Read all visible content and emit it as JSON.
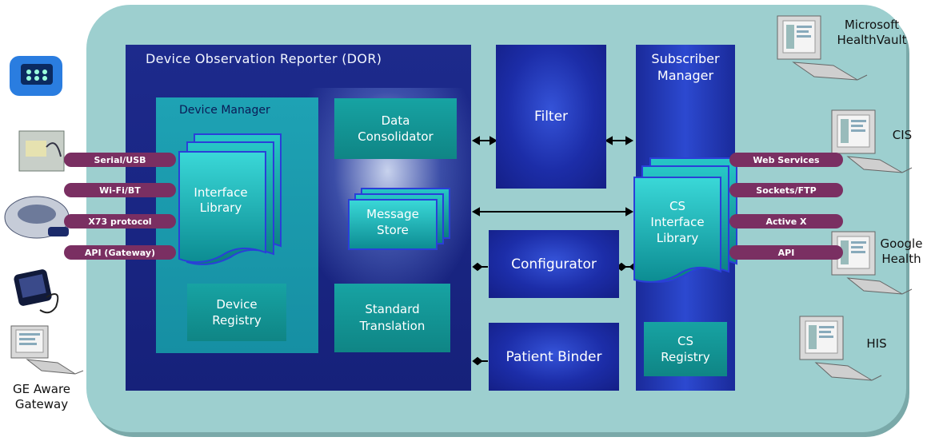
{
  "dor": {
    "title": "Device Observation Reporter (DOR)"
  },
  "device_manager": {
    "title": "Device Manager"
  },
  "interface_library": {
    "label_1": "Interface",
    "label_2": "Library"
  },
  "device_registry": {
    "label_1": "Device",
    "label_2": "Registry"
  },
  "data_consolidator": {
    "label_1": "Data",
    "label_2": "Consolidator"
  },
  "message_store": {
    "label_1": "Message",
    "label_2": "Store"
  },
  "standard_translation": {
    "label_1": "Standard",
    "label_2": "Translation"
  },
  "filter": {
    "label": "Filter"
  },
  "configurator": {
    "label": "Configurator"
  },
  "patient_binder": {
    "label": "Patient Binder"
  },
  "subscriber_manager": {
    "title_1": "Subscriber",
    "title_2": "Manager"
  },
  "cs_interface_library": {
    "label_1": "CS",
    "label_2": "Interface",
    "label_3": "Library"
  },
  "cs_registry": {
    "label_1": "CS",
    "label_2": "Registry"
  },
  "left_connectors": [
    "Serial/USB",
    "Wi-Fi/BT",
    "X73 protocol",
    "API (Gateway)"
  ],
  "right_connectors": [
    "Web Services",
    "Sockets/FTP",
    "Active X",
    "API"
  ],
  "left_devices": {
    "gateway_label_1": "GE Aware",
    "gateway_label_2": "Gateway"
  },
  "right_systems": {
    "healthvault_1": "Microsoft",
    "healthvault_2": "HealthVault",
    "cis": "CIS",
    "google_1": "Google",
    "google_2": "Health",
    "his": "HIS"
  }
}
